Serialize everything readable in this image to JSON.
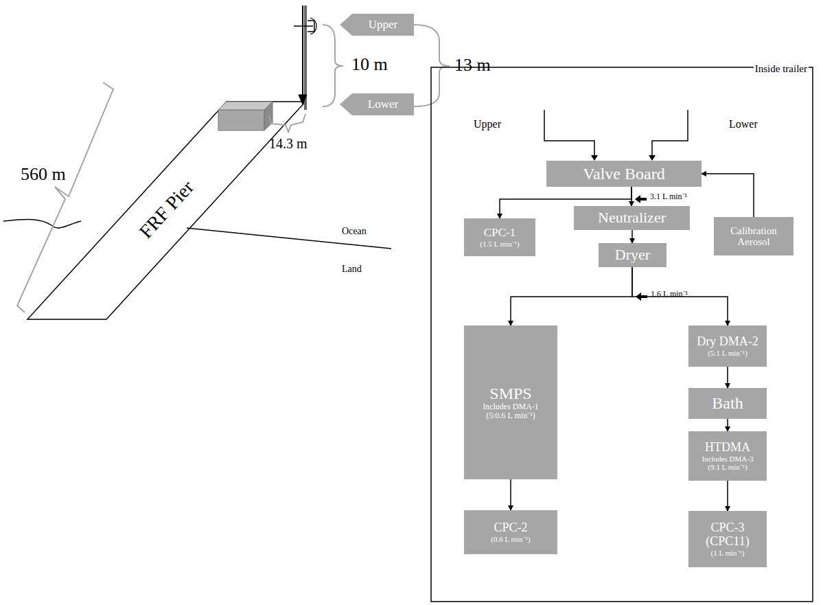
{
  "diagram": {
    "nodes": [
      {
        "text": [
          "Upper"
        ]
      },
      {
        "text": [
          "Lower"
        ]
      },
      {
        "text": [
          "Inside trailer"
        ]
      },
      {
        "text": [
          "Valve Board"
        ],
        "in": 2
      },
      {
        "text": [
          "CPC-1",
          "(1.5 L min⁻¹)"
        ],
        "in": 2
      },
      {
        "text": [
          "Neutralizer"
        ],
        "in": 2
      },
      {
        "text": [
          "Calibration Aerosol"
        ],
        "in": 2
      },
      {
        "text": [
          "Dryer"
        ],
        "in": 2
      },
      {
        "text": [
          "SMPS",
          "Includes DMA-1",
          "(5:0.6 L min⁻¹)"
        ],
        "in": 2
      },
      {
        "text": [
          "Dry DMA-2",
          "(5:1 L min⁻¹)"
        ],
        "in": 2
      },
      {
        "text": [
          "Bath"
        ],
        "in": 2
      },
      {
        "text": [
          "HTDMA",
          "Includes DMA-3",
          "(9:1 L min⁻¹)"
        ],
        "in": 2
      },
      {
        "text": [
          "CPC-2",
          "(0.6 L min⁻¹)"
        ],
        "in": 2
      },
      {
        "text": [
          "CPC-3",
          "(CPC11)",
          "(1 L min⁻¹)"
        ],
        "in": 2
      }
    ],
    "edges": [
      {
        "from": 3,
        "to": 4,
        "arrow": "to"
      },
      {
        "from": 3,
        "to": 5,
        "arrow": "to"
      },
      {
        "from": 6,
        "to": 3,
        "arrow": "to"
      },
      {
        "from": 5,
        "to": 7,
        "arrow": "to"
      },
      {
        "from": 7,
        "to": 8,
        "arrow": "to"
      },
      {
        "from": 7,
        "to": 9,
        "arrow": "to"
      },
      {
        "from": 8,
        "to": 12,
        "arrow": "to"
      },
      {
        "from": 9,
        "to": 10,
        "arrow": "to"
      },
      {
        "from": 10,
        "to": 11,
        "arrow": "to"
      },
      {
        "from": 11,
        "to": 13,
        "arrow": "to"
      }
    ],
    "labels": [
      "Upper",
      "Lower",
      "3.1 L min⁻¹",
      "1.6 L min⁻¹",
      "560 m",
      "FRF Pier",
      "10 m",
      "13 m",
      "14.3 m",
      "Ocean",
      "Land"
    ]
  }
}
